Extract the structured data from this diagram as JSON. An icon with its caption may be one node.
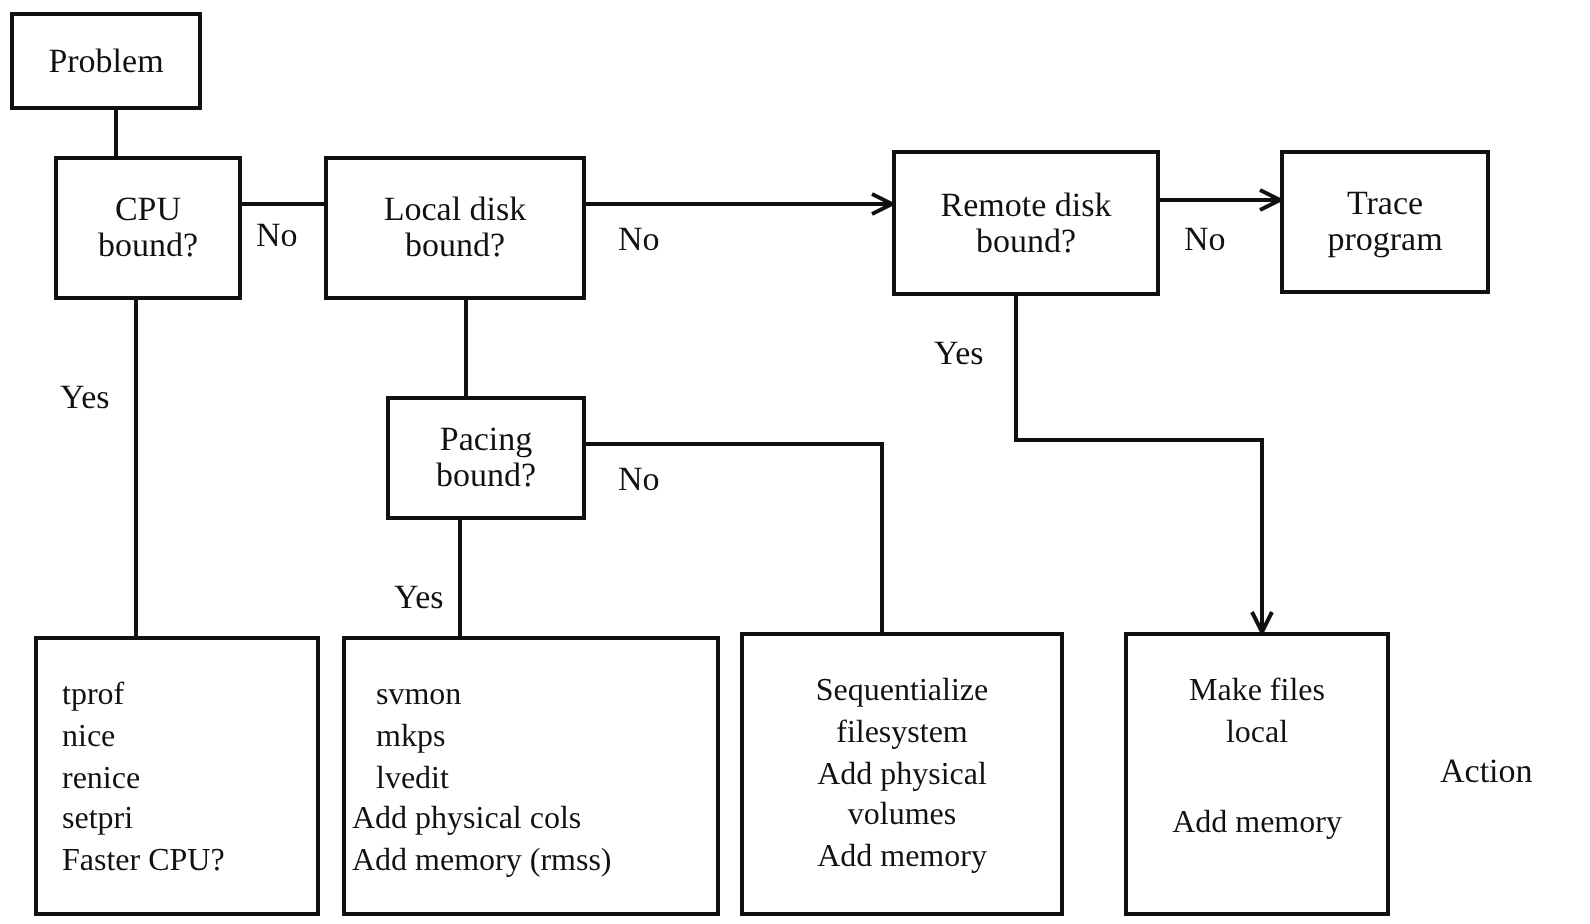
{
  "diagram": {
    "nodes": [
      {
        "text": [
          "Problem"
        ]
      },
      {
        "text": [
          "CPU bound?"
        ]
      },
      {
        "text": [
          "Local disk bound?"
        ]
      },
      {
        "text": [
          "Remote disk bound?"
        ]
      },
      {
        "text": [
          "Trace program"
        ]
      },
      {
        "text": [
          "Pacing bound?"
        ]
      },
      {
        "text": [
          "tprof",
          "nice",
          "renice",
          "setpri",
          "Faster CPU?"
        ]
      },
      {
        "text": [
          "svmon",
          "mkps",
          "lvedit",
          "Add physical cols",
          "Add memory (rmss)"
        ]
      },
      {
        "text": [
          "Sequentialize filesystem",
          "Add physical volumes",
          "Add memory"
        ]
      },
      {
        "text": [
          "Make files local",
          "Add memory"
        ]
      }
    ],
    "edges": [
      {
        "from": 0,
        "to": 1,
        "arrow": "none"
      },
      {
        "from": 1,
        "to": 2,
        "arrow": "none",
        "label": "No"
      },
      {
        "from": 2,
        "to": 3,
        "arrow": "to",
        "label": "No"
      },
      {
        "from": 3,
        "to": 4,
        "arrow": "to",
        "label": "No"
      },
      {
        "from": 3,
        "to": 9,
        "arrow": "to",
        "label": "Yes"
      },
      {
        "from": 1,
        "to": 6,
        "arrow": "none",
        "label": "Yes"
      },
      {
        "from": 2,
        "to": 5,
        "arrow": "none"
      },
      {
        "from": 5,
        "to": 7,
        "arrow": "none",
        "label": "Yes"
      },
      {
        "from": 5,
        "to": 8,
        "arrow": "none",
        "label": "No"
      }
    ],
    "labels": [
      "Action"
    ]
  }
}
